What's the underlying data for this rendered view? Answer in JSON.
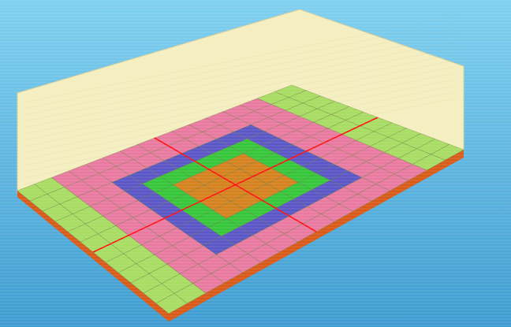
{
  "scene": {
    "colors": {
      "sky_top": "#7fd0f0",
      "sky_bottom": "#3f9cd0",
      "wall": "#f4eec0",
      "wall_stroke": "#d8cf98",
      "border": "#a8dc62",
      "band_pink": "#e87aa0",
      "band_blue": "#5a56c6",
      "band_green": "#36c63a",
      "center": "#d4821e",
      "grid_line": "#6f7f42",
      "red_line": "#ff1010",
      "edge": "#d85a18"
    },
    "grid": {
      "cols": 16,
      "rows": 12
    },
    "rings": [
      {
        "name": "border",
        "inset": 0
      },
      {
        "name": "pink",
        "inset": 2
      },
      {
        "name": "blue",
        "inset": 3
      },
      {
        "name": "green",
        "inset": 4
      },
      {
        "name": "center",
        "inset": 5
      }
    ]
  }
}
